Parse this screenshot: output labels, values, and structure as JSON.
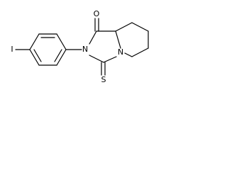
{
  "molecule": {
    "atoms": {
      "iodine": "I",
      "oxygen": "O",
      "nitrogen_imide": "N",
      "nitrogen_bridgehead": "N",
      "sulfur": "S"
    }
  }
}
